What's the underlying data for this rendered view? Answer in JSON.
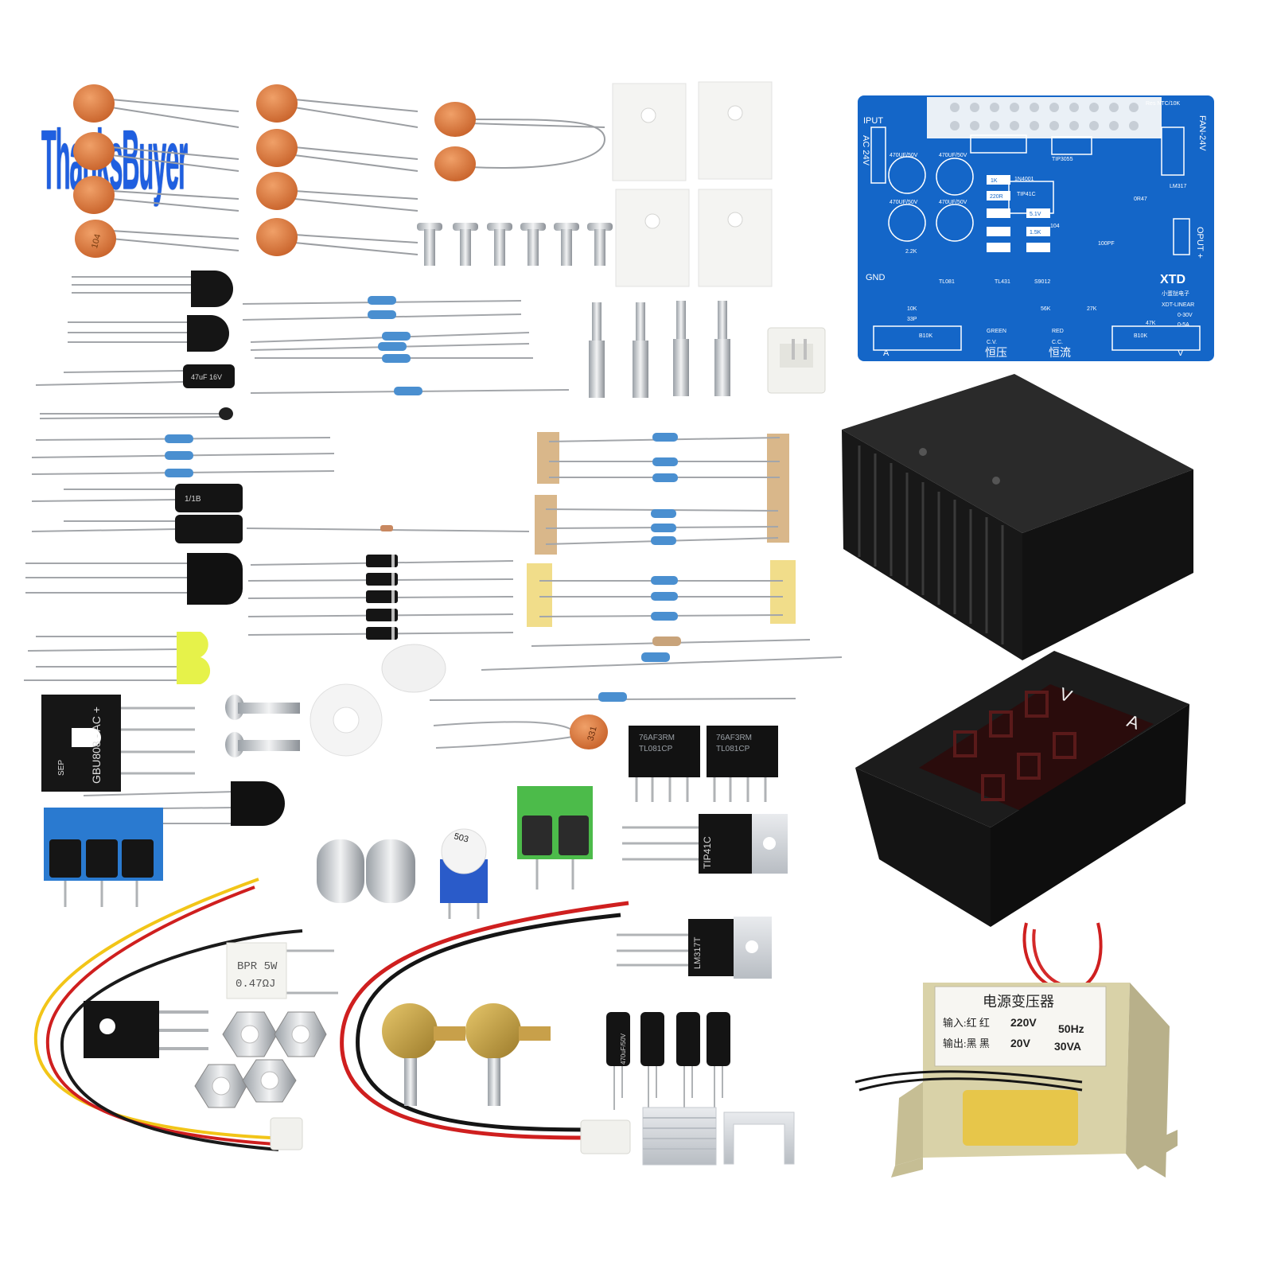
{
  "brand": {
    "name": "ThanksBuyer",
    "color": "#1f5fe0"
  },
  "pcb": {
    "color": "#1466c8",
    "labels": {
      "input": "IPUT",
      "ac": "AC 24V",
      "gnd": "GND",
      "output": "OPUT +",
      "fan": "FAN-24V",
      "res": "Res NTC/10K",
      "tip41c": "TIP41C",
      "tip3055": "TIP3055",
      "lm317": "LM317",
      "cap1": "470UF/50V",
      "cap2": "470UF/50V",
      "cap3": "470UF/50V",
      "cap4": "470UF/50V",
      "part1": "1N4001",
      "logo": "XTD",
      "maker": "小蛋挞电子",
      "model": "XDT-LINEAR",
      "range_v": "0-30V",
      "range_a": "0-5A",
      "cv": "C.V.",
      "cc": "C.C.",
      "cv_cn": "恒压",
      "cc_cn": "恒流",
      "a": "A",
      "v": "V",
      "green": "GREEN",
      "red": "RED",
      "b10k_left": "B10K",
      "b10k_right": "B10K",
      "tl081": "TL081",
      "tl431": "TL431",
      "s9012": "S9012",
      "r1k": "1K",
      "r220": "220R",
      "r5v1": "5.1V",
      "r15k": "1.5K",
      "r2k2": "2.2K",
      "r10k": "10K",
      "r56k": "56K",
      "r27k": "27K",
      "r47k": "47K",
      "c104": "104",
      "c100pf": "100PF",
      "c33p": "33P",
      "r0r47": "0R47"
    }
  },
  "ceramic_caps": {
    "label": "104",
    "small_label": "331",
    "color": "#e07a3c"
  },
  "bridge": {
    "label": "GBU808 - AC +",
    "brand": "SEP"
  },
  "resistor_block": {
    "line1": "BPR 5W",
    "line2": "0.47ΩJ"
  },
  "ics": {
    "chip": "TL081CP",
    "code": "76AF3RM"
  },
  "transistors": {
    "tip41c": "TIP41C",
    "lm317": "LM317T"
  },
  "trimmer": {
    "label": "503"
  },
  "meter": {
    "v_label": "V",
    "a_label": "A"
  },
  "transformer": {
    "title": "电源变压器",
    "in_label": "输入:红 红",
    "in_value": "220V",
    "in_freq": "50Hz",
    "out_label": "输出:黑 黑",
    "out_value": "20V",
    "out_power": "30VA"
  },
  "electrolytic": {
    "label": "470uF/50V",
    "small": "47uF 16V",
    "mid": "1/1B"
  }
}
